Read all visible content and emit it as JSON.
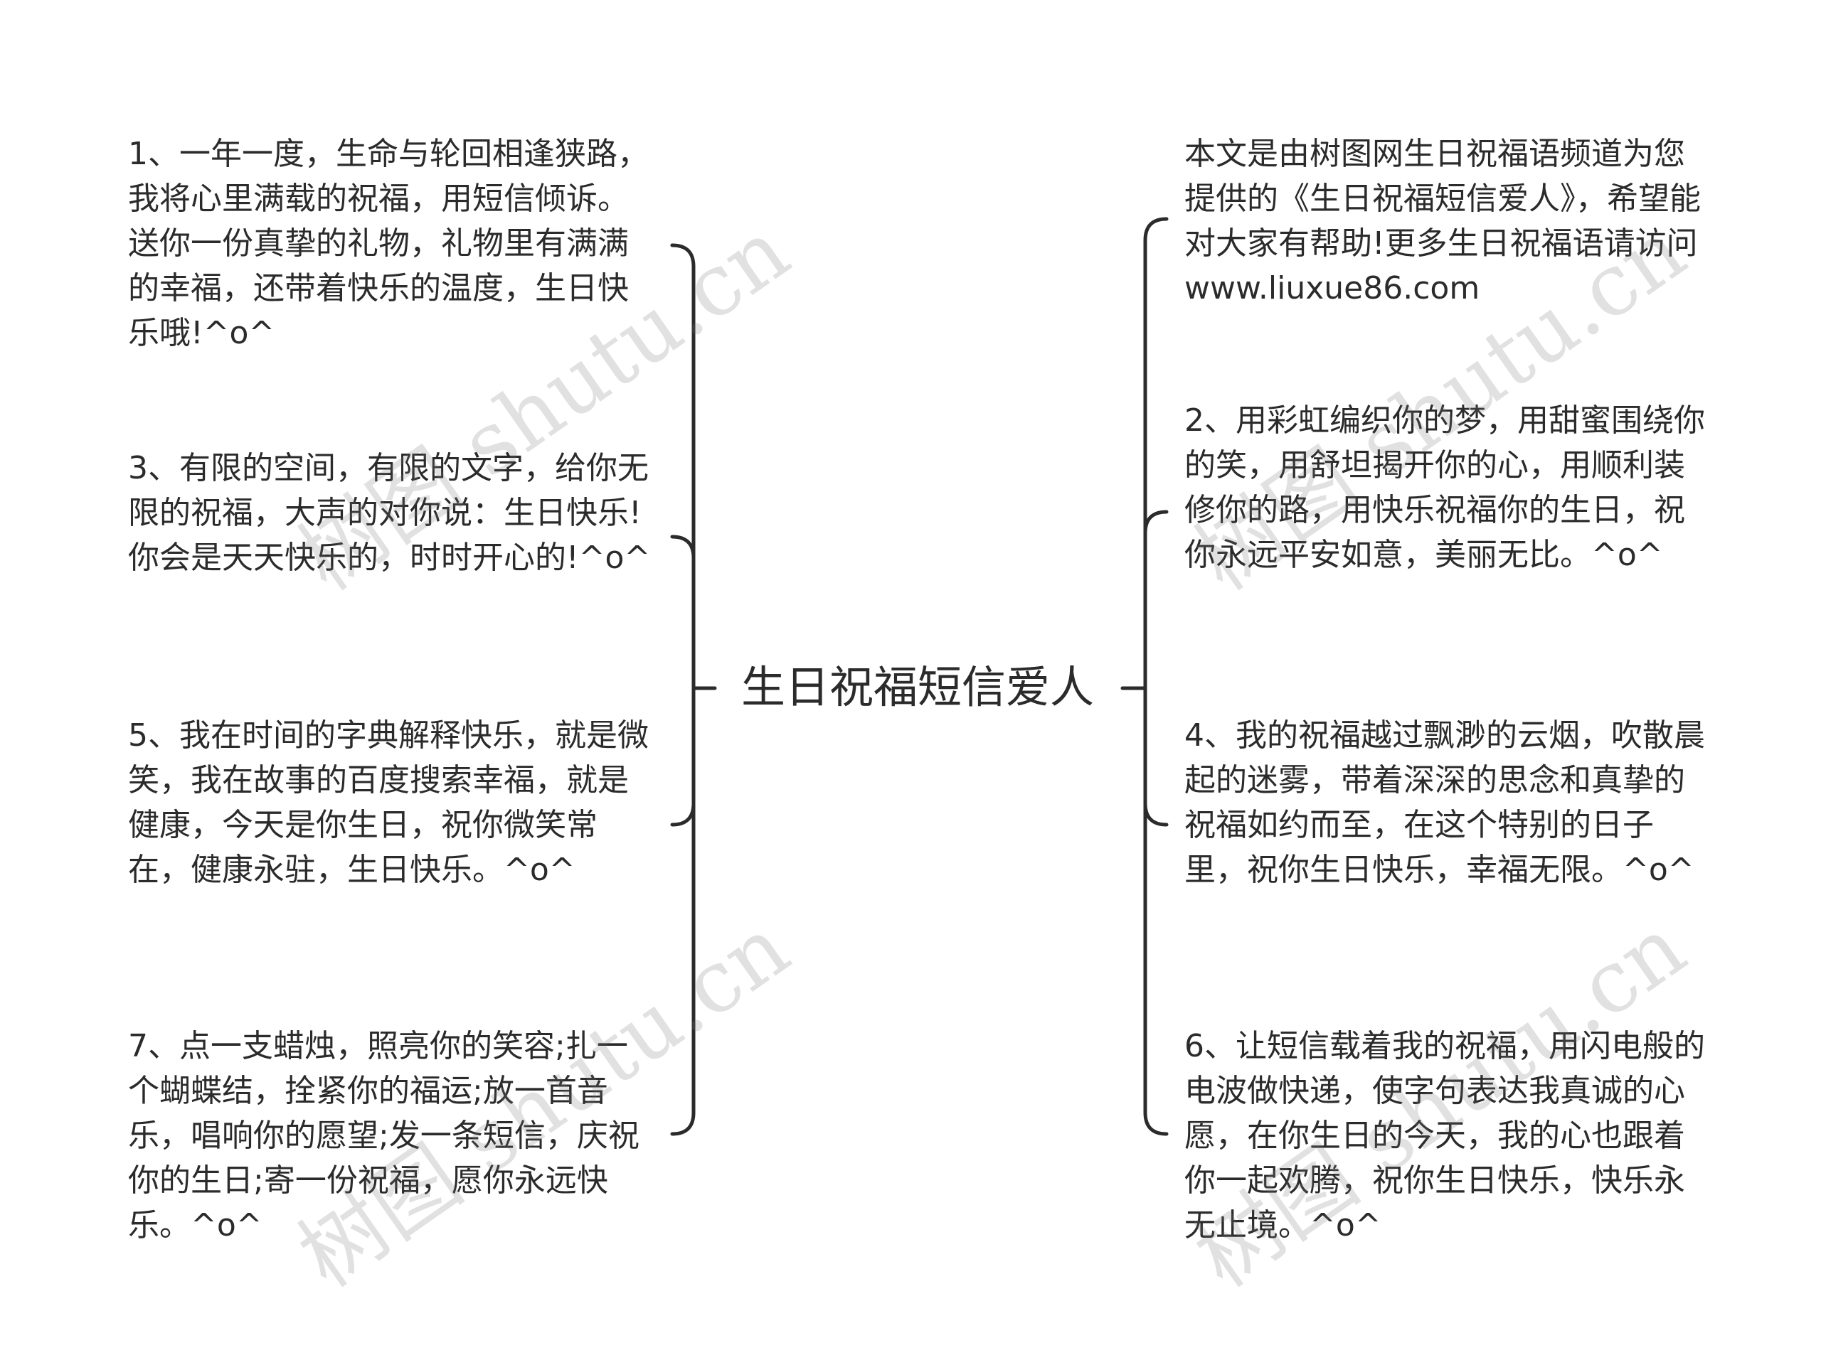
{
  "center": {
    "title": "生日祝福短信爱人"
  },
  "left_nodes": [
    "1、一年一度，生命与轮回相逢狭路，我将心里满载的祝福，用短信倾诉。送你一份真挚的礼物，礼物里有满满的幸福，还带着快乐的温度，生日快乐哦!^o^",
    "3、有限的空间，有限的文字，给你无限的祝福，大声的对你说：生日快乐!你会是天天快乐的，时时开心的!^o^",
    "5、我在时间的字典解释快乐，就是微笑，我在故事的百度搜索幸福，就是健康，今天是你生日，祝你微笑常在，健康永驻，生日快乐。^o^",
    "7、点一支蜡烛，照亮你的笑容;扎一个蝴蝶结，拴紧你的福运;放一首音乐，唱响你的愿望;发一条短信，庆祝你的生日;寄一份祝福，愿你永远快乐。^o^"
  ],
  "right_nodes": [
    "本文是由树图网生日祝福语频道为您提供的《生日祝福短信爱人》，希望能对大家有帮助!更多生日祝福语请访问www.liuxue86.com",
    "2、用彩虹编织你的梦，用甜蜜围绕你的笑，用舒坦揭开你的心，用顺利装修你的路，用快乐祝福你的生日，祝你永远平安如意，美丽无比。^o^",
    "4、我的祝福越过飘渺的云烟，吹散晨起的迷雾，带着深深的思念和真挚的祝福如约而至，在这个特别的日子里，祝你生日快乐，幸福无限。^o^",
    "6、让短信载着我的祝福，用闪电般的电波做快递，使字句表达我真诚的心愿，在你生日的今天，我的心也跟着你一起欢腾，祝你生日快乐，快乐永无止境。^o^"
  ],
  "watermarks": [
    "树图 shutu.cn",
    "树图 shutu.cn",
    "树图 shutu.cn",
    "树图 shutu.cn"
  ]
}
